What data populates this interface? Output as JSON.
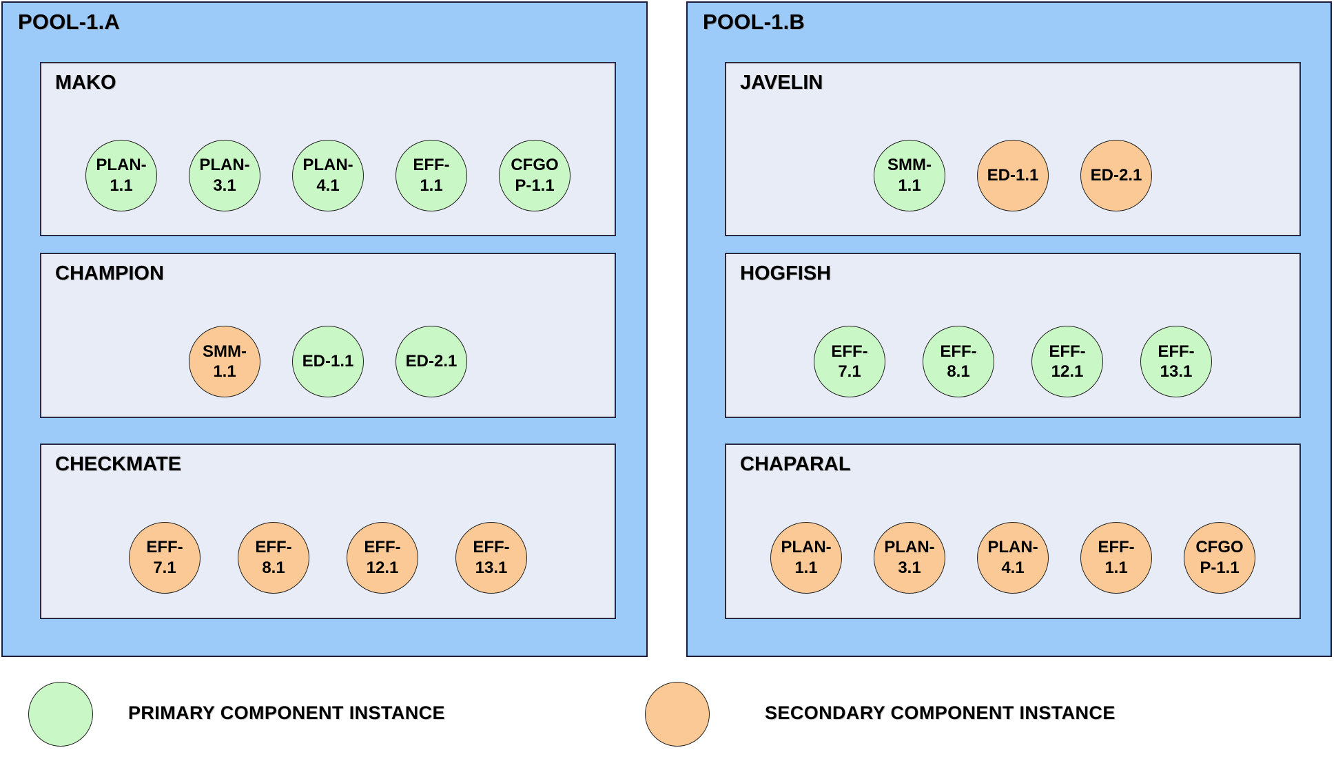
{
  "colors": {
    "pool_fill": "#9dcbf9",
    "group_fill": "#e7ecf6",
    "primary_fill": "#c9f7c5",
    "secondary_fill": "#fbc995",
    "outline": "#222222",
    "page_background": "#ffffff"
  },
  "pools": [
    {
      "title": "POOL-1.A",
      "groups": [
        {
          "title": "MAKO",
          "nodes": [
            {
              "lines": [
                "PLAN-",
                "1.1"
              ],
              "type": "primary"
            },
            {
              "lines": [
                "PLAN-",
                "3.1"
              ],
              "type": "primary"
            },
            {
              "lines": [
                "PLAN-",
                "4.1"
              ],
              "type": "primary"
            },
            {
              "lines": [
                "EFF-",
                "1.1"
              ],
              "type": "primary"
            },
            {
              "lines": [
                "CFGO",
                "P-1.1"
              ],
              "type": "primary"
            }
          ]
        },
        {
          "title": "CHAMPION",
          "nodes": [
            {
              "lines": [
                "SMM-",
                "1.1"
              ],
              "type": "secondary"
            },
            {
              "lines": [
                "ED-1.1"
              ],
              "type": "primary"
            },
            {
              "lines": [
                "ED-2.1"
              ],
              "type": "primary"
            }
          ]
        },
        {
          "title": "CHECKMATE",
          "nodes": [
            {
              "lines": [
                "EFF-",
                "7.1"
              ],
              "type": "secondary"
            },
            {
              "lines": [
                "EFF-",
                "8.1"
              ],
              "type": "secondary"
            },
            {
              "lines": [
                "EFF-",
                "12.1"
              ],
              "type": "secondary"
            },
            {
              "lines": [
                "EFF-",
                "13.1"
              ],
              "type": "secondary"
            }
          ]
        }
      ]
    },
    {
      "title": "POOL-1.B",
      "groups": [
        {
          "title": "JAVELIN",
          "nodes": [
            {
              "lines": [
                "SMM-",
                "1.1"
              ],
              "type": "primary"
            },
            {
              "lines": [
                "ED-1.1"
              ],
              "type": "secondary"
            },
            {
              "lines": [
                "ED-2.1"
              ],
              "type": "secondary"
            }
          ]
        },
        {
          "title": "HOGFISH",
          "nodes": [
            {
              "lines": [
                "EFF-",
                "7.1"
              ],
              "type": "primary"
            },
            {
              "lines": [
                "EFF-",
                "8.1"
              ],
              "type": "primary"
            },
            {
              "lines": [
                "EFF-",
                "12.1"
              ],
              "type": "primary"
            },
            {
              "lines": [
                "EFF-",
                "13.1"
              ],
              "type": "primary"
            }
          ]
        },
        {
          "title": "CHAPARAL",
          "nodes": [
            {
              "lines": [
                "PLAN-",
                "1.1"
              ],
              "type": "secondary"
            },
            {
              "lines": [
                "PLAN-",
                "3.1"
              ],
              "type": "secondary"
            },
            {
              "lines": [
                "PLAN-",
                "4.1"
              ],
              "type": "secondary"
            },
            {
              "lines": [
                "EFF-",
                "1.1"
              ],
              "type": "secondary"
            },
            {
              "lines": [
                "CFGO",
                "P-1.1"
              ],
              "type": "secondary"
            }
          ]
        }
      ]
    }
  ],
  "legend": [
    {
      "label": "PRIMARY COMPONENT INSTANCE",
      "type": "primary"
    },
    {
      "label": "SECONDARY COMPONENT INSTANCE",
      "type": "secondary"
    }
  ]
}
